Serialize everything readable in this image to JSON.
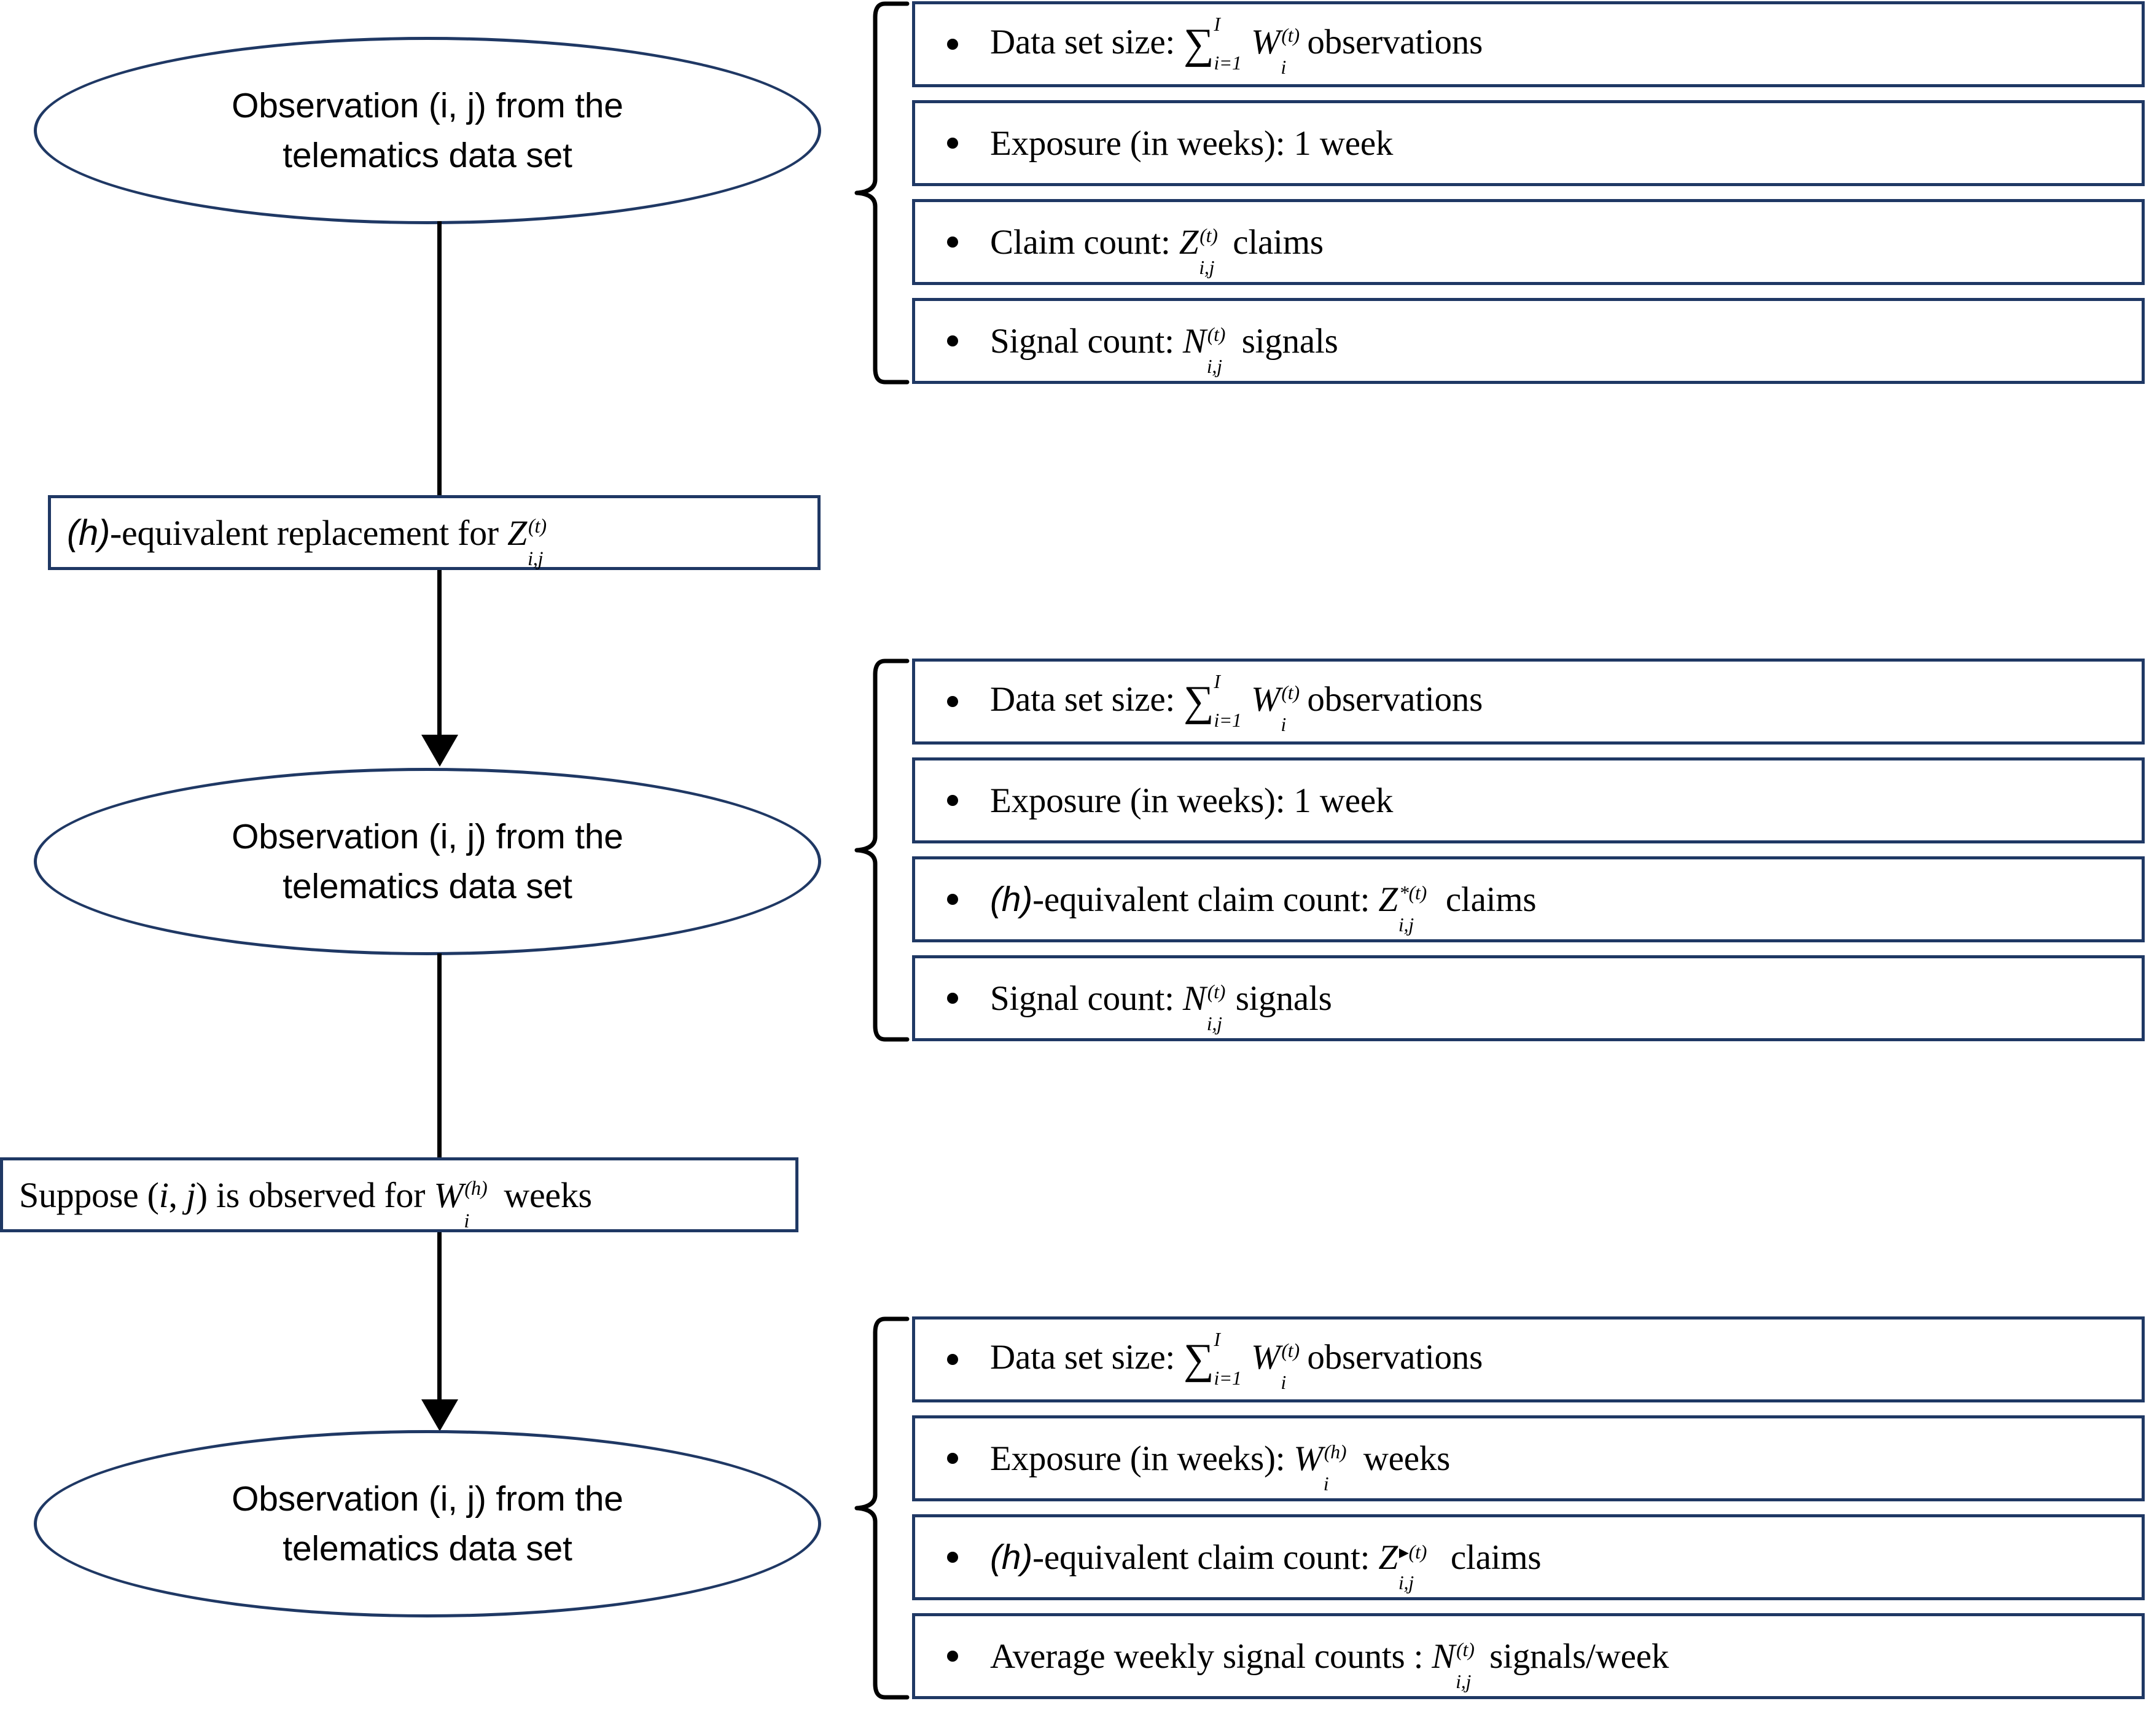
{
  "diagram": {
    "title": "Telematics observation (h)-equivalent transformation flow",
    "accent_color": "#1f3864",
    "line_color": "#000000",
    "background": "#ffffff"
  },
  "nodes": {
    "ellipse_1": {
      "line1": "Observation (i, j) from the",
      "line2": "telematics data set"
    },
    "ellipse_2": {
      "line1": "Observation (i, j) from the",
      "line2": "telematics data set"
    },
    "ellipse_3": {
      "line1": "Observation (i, j) from the",
      "line2": "telematics data set"
    }
  },
  "transitions": {
    "step_1": {
      "text": "(h)-equivalent replacement for Z",
      "math_sub": "i,j",
      "math_sup": "(t)"
    },
    "step_2": {
      "text_before": "Suppose (i, j) is observed for ",
      "math_var": "W",
      "math_sub": "i",
      "math_sup": "(h)",
      "text_after": " weeks"
    }
  },
  "groups": [
    {
      "id": "group-1",
      "items": [
        {
          "label": "Data set size: ∑_{i=1}^{I} W_i^{(t)} observations",
          "prefix": "Data set size: ",
          "sum_lower": "i=1",
          "sum_upper": "I",
          "var": "W",
          "var_sub": "i",
          "var_sup": "(t)",
          "suffix": " observations"
        },
        {
          "label": "Exposure (in weeks): 1 week",
          "prefix": "Exposure (in weeks): 1 week"
        },
        {
          "label": "Claim count: Z_{i,j}^{(t)} claims",
          "prefix": "Claim count: ",
          "var": "Z",
          "var_sub": "i,j",
          "var_sup": "(t)",
          "suffix": " claims"
        },
        {
          "label": "Signal count: N_{i,j}^{(t)} signals",
          "prefix": "Signal count: ",
          "var": "N",
          "var_sub": "i,j",
          "var_sup": "(t)",
          "suffix": " signals"
        }
      ]
    },
    {
      "id": "group-2",
      "items": [
        {
          "label": "Data set size: ∑_{i=1}^{I} W_i^{(t)} observations",
          "prefix": "Data set size: ",
          "sum_lower": "i=1",
          "sum_upper": "I",
          "var": "W",
          "var_sub": "i",
          "var_sup": "(t)",
          "suffix": " observations"
        },
        {
          "label": "Exposure (in weeks): 1 week",
          "prefix": "Exposure (in weeks): 1 week"
        },
        {
          "label": "(h)-equivalent claim count: Z_{i,j}^{*(t)} claims",
          "prefix_italic": "(h)",
          "prefix": "-equivalent claim count: ",
          "var": "Z",
          "var_sub": "i,j",
          "var_sup": "*(t)",
          "suffix": " claims"
        },
        {
          "label": "Signal count: N_{i,j}^{(t)} signals",
          "prefix": "Signal count: ",
          "var": "N",
          "var_sub": "i,j",
          "var_sup": "(t)",
          "suffix": "signals"
        }
      ]
    },
    {
      "id": "group-3",
      "items": [
        {
          "label": "Data set size: ∑_{i=1}^{I} W_i^{(t)} observations",
          "prefix": "Data set size: ",
          "sum_lower": "i=1",
          "sum_upper": "I",
          "var": "W",
          "var_sub": "i",
          "var_sup": "(t)",
          "suffix": " observations"
        },
        {
          "label": "Exposure (in weeks): W_i^{(h)} weeks",
          "prefix": "Exposure (in weeks): ",
          "var": "W",
          "var_sub": "i",
          "var_sup": "(h)",
          "suffix": " weeks"
        },
        {
          "label": "(h)-equivalent claim count: Z_{i,j}^{▶(t)} claims",
          "prefix_italic": "(h)",
          "prefix": "-equivalent claim count: ",
          "var": "Z",
          "var_sub": "i,j",
          "var_sup": "▸(t)",
          "suffix": " claims"
        },
        {
          "label": "Average weekly signal counts : N_{i,j}^{(t)} signals/week",
          "prefix": "Average weekly signal counts : ",
          "var": "N",
          "var_sub": "i,j",
          "var_sup": "(t)",
          "suffix": " signals/week"
        }
      ]
    }
  ],
  "symbols": {
    "sum": "∑",
    "bullet": "•",
    "triangle_marker": "▸",
    "asterisk": "*",
    "left_brace": "{"
  }
}
